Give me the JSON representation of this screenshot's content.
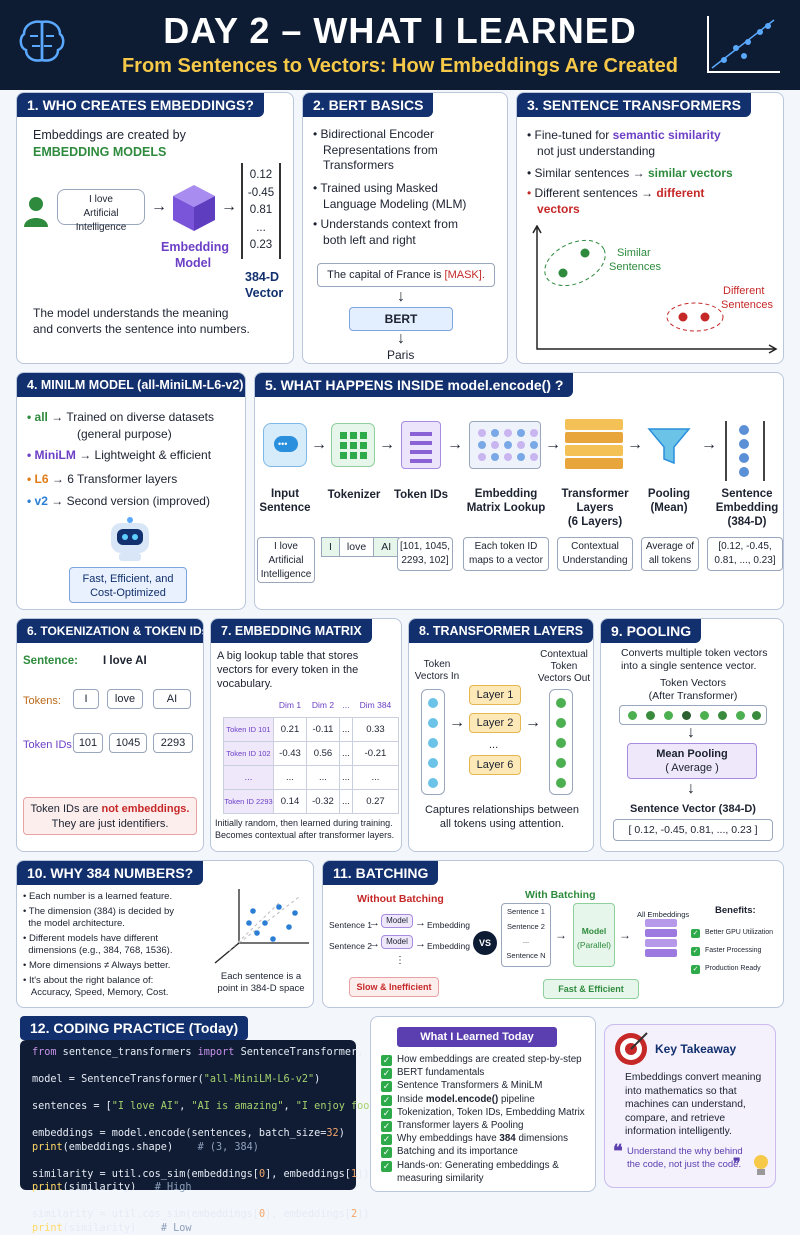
{
  "header": {
    "title": "DAY 2 – WHAT I LEARNED",
    "subtitle": "From Sentences to Vectors: How Embeddings Are Created"
  },
  "colors": {
    "navy": "#12306e",
    "green": "#2e8b3d",
    "purple": "#6c3fc5",
    "red": "#c62828"
  },
  "s1": {
    "title": "1. WHO CREATES EMBEDDINGS?",
    "line1": "Embeddings are created by",
    "line2": "EMBEDDING MODELS",
    "bubble1": "I love",
    "bubble2": "Artificial Intelligence",
    "model1": "Embedding",
    "model2": "Model",
    "v": [
      "0.12",
      "-0.45",
      "0.81",
      "...",
      "0.23"
    ],
    "vec1": "384-D",
    "vec2": "Vector",
    "desc1": "The model understands the meaning",
    "desc2": "and converts the sentence into numbers."
  },
  "s2": {
    "title": "2. BERT BASICS",
    "b1a": "Bidirectional Encoder",
    "b1b": "Representations from",
    "b1c": "Transformers",
    "b2a": "Trained using Masked",
    "b2b": "Language Modeling (MLM)",
    "b3a": "Understands context from",
    "b3b": "both left and right",
    "q": "The capital of France is",
    "mask": "[MASK].",
    "bert": "BERT",
    "ans": "Paris"
  },
  "s3": {
    "title": "3. SENTENCE TRANSFORMERS",
    "l1a": "Fine-tuned for",
    "l1b": "semantic similarity",
    "l1c": "not just understanding",
    "l2a": "Similar sentences",
    "l2b": "similar vectors",
    "l3a": "Different sentences",
    "l3b": "different",
    "l3c": "vectors",
    "sim1": "Similar",
    "sim2": "Sentences",
    "dif1": "Different",
    "dif2": "Sentences",
    "arrow": "→"
  },
  "s4": {
    "title": "4. MINILM MODEL (all-MiniLM-L6-v2)",
    "items": [
      {
        "k": "all",
        "v": "Trained on diverse datasets"
      },
      {
        "k": "MiniLM",
        "v": "Lightweight & efficient"
      },
      {
        "k": "L6",
        "v": "6 Transformer layers"
      },
      {
        "k": "v2",
        "v": "Second version (improved)"
      }
    ],
    "item0b": "(general purpose)",
    "tag1": "Fast, Efficient, and",
    "tag2": "Cost-Optimized"
  },
  "s5": {
    "title": "5. WHAT HAPPENS INSIDE model.encode() ?",
    "steps": [
      {
        "n1": "Input",
        "n2": "Sentence",
        "n3": "",
        "d1": "I love",
        "d2": "Artificial",
        "d3": "Intelligence"
      },
      {
        "n1": "Tokenizer",
        "n2": "",
        "n3": ""
      },
      {
        "n1": "Token IDs",
        "n2": "",
        "n3": "",
        "d1": "[101, 1045,",
        "d2": "2293, 102]",
        "d3": ""
      },
      {
        "n1": "Embedding",
        "n2": "Matrix Lookup",
        "n3": "",
        "d1": "Each token ID",
        "d2": "maps to a vector",
        "d3": ""
      },
      {
        "n1": "Transformer",
        "n2": "Layers",
        "n3": "(6 Layers)",
        "d1": "Contextual",
        "d2": "Understanding",
        "d3": ""
      },
      {
        "n1": "Pooling",
        "n2": "(Mean)",
        "n3": "",
        "d1": "Average of",
        "d2": "all tokens",
        "d3": ""
      },
      {
        "n1": "Sentence",
        "n2": "Embedding",
        "n3": "(384-D)",
        "d1": "[0.12, -0.45,",
        "d2": "0.81, ..., 0.23]",
        "d3": ""
      }
    ],
    "tok": [
      "I",
      "love",
      "AI"
    ]
  },
  "s6": {
    "title": "6. TOKENIZATION & TOKEN IDs",
    "sl": "Sentence:",
    "sv": "I love AI",
    "tl": "Tokens:",
    "tokens": [
      "I",
      "love",
      "AI"
    ],
    "il": "Token IDs:",
    "ids": [
      "101",
      "1045",
      "2293"
    ],
    "n1": "Token IDs are",
    "n2": "not embeddings.",
    "n3": "They are just identifiers."
  },
  "s7": {
    "title": "7. EMBEDDING MATRIX",
    "d1": "A big lookup table that stores",
    "d2": "vectors for every token in the",
    "d3": "vocabulary.",
    "cols": [
      "Dim 1",
      "Dim 2",
      "...",
      "Dim 384"
    ],
    "rows": [
      [
        "Token ID 101",
        "0.21",
        "-0.11",
        "...",
        "0.33"
      ],
      [
        "Token ID 102",
        "-0.43",
        "0.56",
        "...",
        "-0.21"
      ],
      [
        "...",
        "...",
        "...",
        "...",
        "..."
      ],
      [
        "Token ID 2293",
        "0.14",
        "-0.32",
        "...",
        "0.27"
      ]
    ],
    "f1": "Initially random, then learned during training.",
    "f2": "Becomes contextual after transformer layers."
  },
  "s8": {
    "title": "8. TRANSFORMER LAYERS",
    "in1": "Token",
    "in2": "Vectors In",
    "out1": "Contextual",
    "out2": "Token",
    "out3": "Vectors Out",
    "layers": [
      "Layer 1",
      "Layer 2",
      "...",
      "Layer 6"
    ],
    "f1": "Captures relationships between",
    "f2": "all tokens using attention."
  },
  "s9": {
    "title": "9. POOLING",
    "d1": "Converts multiple token vectors",
    "d2": "into a single sentence vector.",
    "tv1": "Token Vectors",
    "tv2": "(After Transformer)",
    "mp1": "Mean Pooling",
    "mp2": "( Average )",
    "sv": "Sentence Vector (384-D)",
    "vec": "[ 0.12, -0.45, 0.81, ..., 0.23 ]"
  },
  "s10": {
    "title": "10. WHY 384 NUMBERS?",
    "b1": "Each number is a learned feature.",
    "b2a": "The dimension (384) is decided by",
    "b2b": "the model architecture.",
    "b3a": "Different models have different",
    "b3b": "dimensions (e.g., 384, 768, 1536).",
    "b4": "More dimensions ≠ Always better.",
    "b5a": "It's about the right balance of:",
    "b5b": "Accuracy, Speed, Memory, Cost.",
    "cap1": "Each sentence is a",
    "cap2": "point in 384-D space"
  },
  "s11": {
    "title": "11. BATCHING",
    "wo": "Without Batching",
    "s1": "Sentence 1",
    "s2": "Sentence 2",
    "model": "Model",
    "emb": "Embedding",
    "slow": "Slow & Inefficient",
    "vs": "VS",
    "w": "With Batching",
    "bs": [
      "Sentence 1",
      "Sentence 2",
      "...",
      "Sentence N"
    ],
    "pm1": "Model",
    "pm2": "(Parallel)",
    "all": "All Embeddings",
    "fast": "Fast & Efficient",
    "ben": "Benefits:",
    "benefits": [
      "Better GPU Utilization",
      "Faster Processing",
      "Production Ready"
    ]
  },
  "s12": {
    "title": "12. CODING PRACTICE (Today)"
  },
  "learned": {
    "title": "What I Learned Today",
    "items": [
      "How embeddings are created step-by-step",
      "BERT fundamentals",
      "Sentence Transformers & MiniLM",
      "Inside model.encode() pipeline",
      "Tokenization, Token IDs, Embedding Matrix",
      "Transformer layers & Pooling",
      "Why embeddings have 384 dimensions",
      "Batching and its importance",
      "Hands-on: Generating embeddings &",
      "measuring similarity"
    ],
    "i3a": "Inside ",
    "i3b": "model.encode()",
    "i3c": " pipeline",
    "i6a": "Why embeddings have ",
    "i6b": "384",
    "i6c": " dimensions"
  },
  "takeaway": {
    "title": "Key Takeaway",
    "l1": "Embeddings convert meaning",
    "l2": "into mathematics so that",
    "l3": "machines can understand,",
    "l4": "compare, and retrieve",
    "l5": "information intelligently.",
    "q1": "Understand the why behind",
    "q2": "the code, not just the code."
  }
}
